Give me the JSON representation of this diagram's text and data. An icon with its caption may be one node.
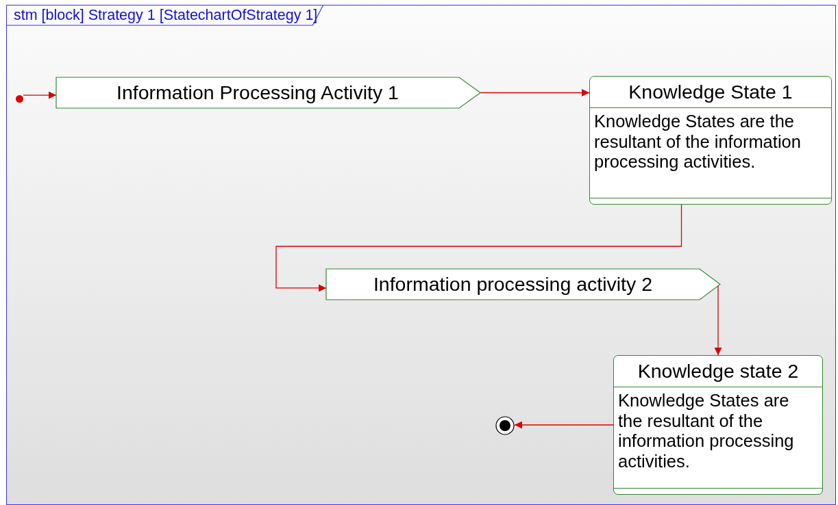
{
  "diagram": {
    "nodes": [
      {
        "text": [
          "stm [block] Strategy 1 [StatechartOfStrategy 1]"
        ]
      },
      {
        "text": [],
        "shape": "circle",
        "in": 0
      },
      {
        "text": [
          "Information Processing Activity 1"
        ],
        "in": 0
      },
      {
        "text": [
          "Knowledge State 1",
          "Knowledge States are the resultant of the information processing activities."
        ],
        "in": 0
      },
      {
        "text": [
          "Information processing activity 2"
        ],
        "in": 0
      },
      {
        "text": [
          "Knowledge state 2",
          "Knowledge States are the resultant of the information processing activities."
        ],
        "in": 0
      },
      {
        "text": [],
        "shape": "circle",
        "in": 0
      }
    ],
    "edges": [
      {
        "from": 1,
        "to": 2,
        "arrow": "to"
      },
      {
        "from": 2,
        "to": 3,
        "arrow": "to"
      },
      {
        "from": 3,
        "to": 4,
        "arrow": "to"
      },
      {
        "from": 4,
        "to": 5,
        "arrow": "to"
      },
      {
        "from": 5,
        "to": 6,
        "arrow": "to"
      }
    ]
  }
}
